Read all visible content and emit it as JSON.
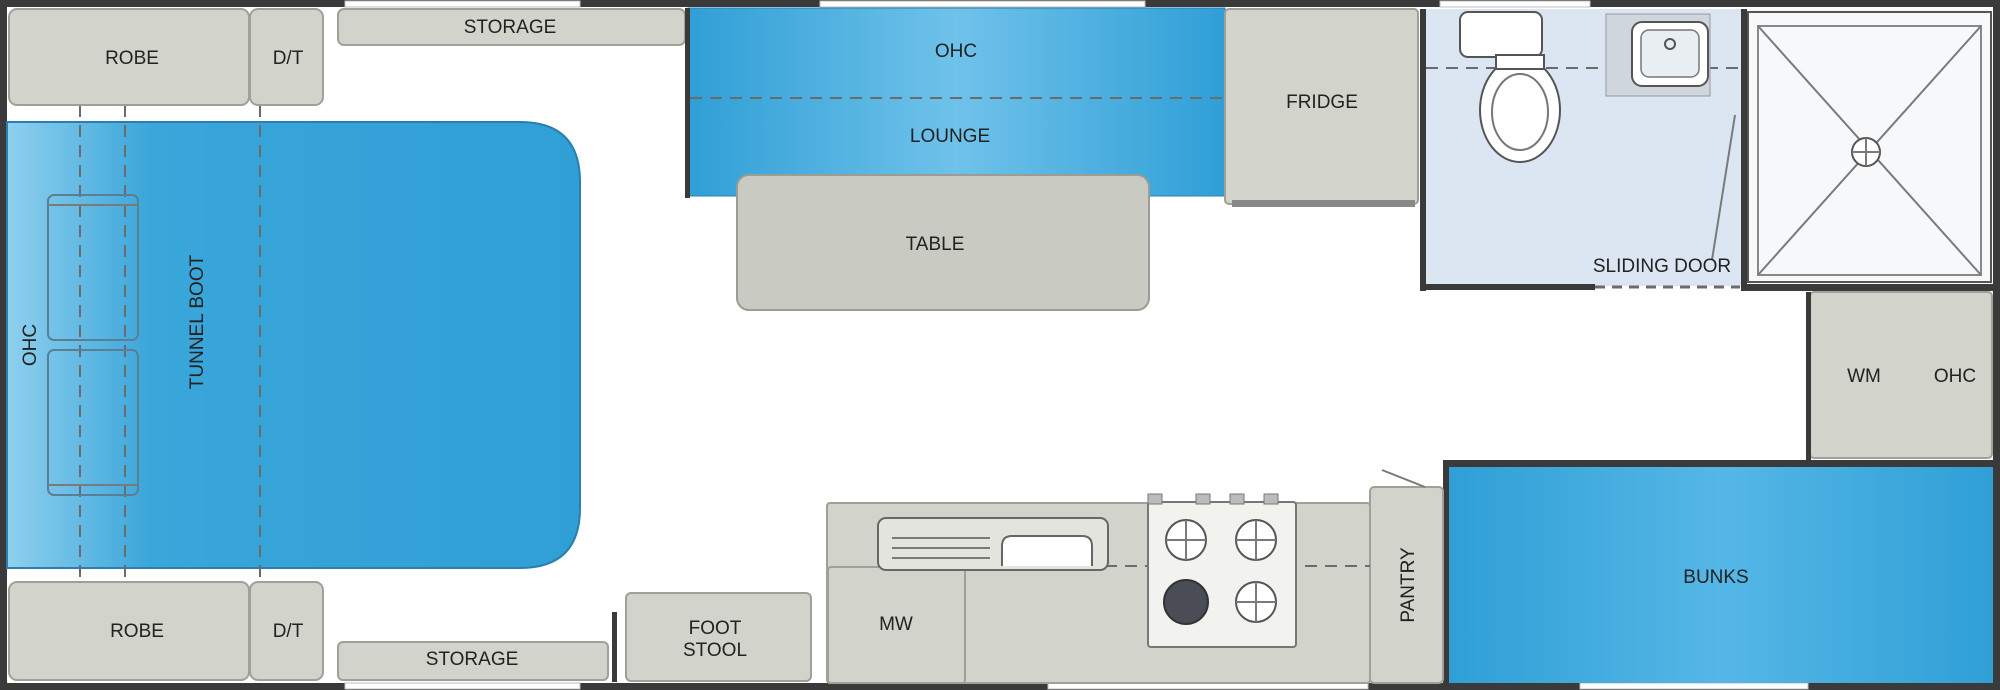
{
  "rooms": {
    "robe_top": "ROBE",
    "dt_top": "D/T",
    "storage_top": "STORAGE",
    "ohc_lounge": "OHC",
    "lounge": "LOUNGE",
    "table": "TABLE",
    "fridge": "FRIDGE",
    "sliding_door": "SLIDING DOOR",
    "ohc_side": "OHC",
    "tunnel_boot": "TUNNEL BOOT",
    "wm": "WM",
    "ohc_right": "OHC",
    "robe_bottom": "ROBE",
    "dt_bottom": "D/T",
    "storage_bottom": "STORAGE",
    "foot_stool_line1": "FOOT",
    "foot_stool_line2": "STOOL",
    "mw": "MW",
    "pantry": "PANTRY",
    "bunks": "BUNKS"
  },
  "colors": {
    "bed_blue": "#2f9fd6",
    "cabinet": "#d2d3cb",
    "bathroom": "#dbe6f2",
    "wall": "#3a3a3a"
  }
}
